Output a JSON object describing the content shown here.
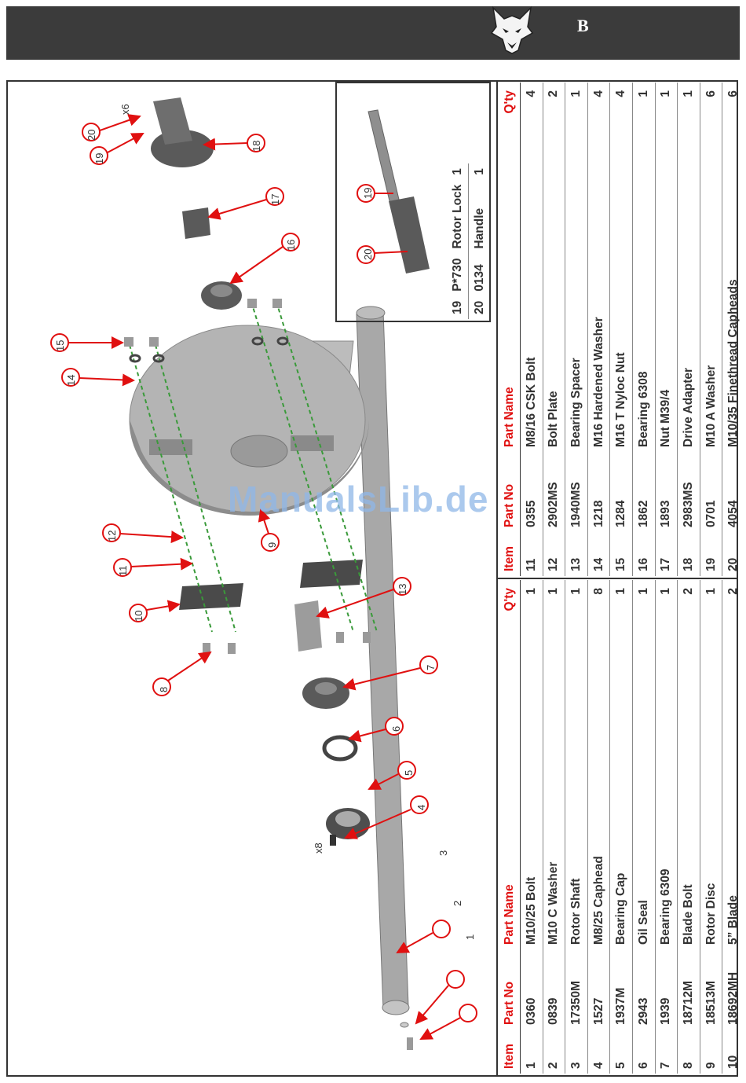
{
  "header": {
    "brand_letter": "B",
    "logo_icon": "wolf-head-logo"
  },
  "watermark": "ManualsLib.de",
  "diagram": {
    "callouts": [
      "1",
      "2",
      "3",
      "4",
      "5",
      "6",
      "7",
      "8",
      "9",
      "10",
      "11",
      "12",
      "13",
      "14",
      "15",
      "16",
      "17",
      "18",
      "19",
      "20"
    ],
    "qty_marks": {
      "x8": "x8",
      "x6": "x6"
    }
  },
  "inset": {
    "rows": [
      {
        "item": "19",
        "part_no": "P*730",
        "name": "Rotor Lock",
        "qty": "1"
      },
      {
        "item": "20",
        "part_no": "0134",
        "name": "Handle",
        "qty": "1"
      }
    ],
    "callouts": [
      "19",
      "20"
    ]
  },
  "table_columns": {
    "item": "Item",
    "part_no": "Part No",
    "name": "Part Name",
    "qty": "Q'ty"
  },
  "table_left": [
    {
      "item": "1",
      "part_no": "0360",
      "name": "M10/25 Bolt",
      "qty": "1"
    },
    {
      "item": "2",
      "part_no": "0839",
      "name": "M10 C Washer",
      "qty": "1"
    },
    {
      "item": "3",
      "part_no": "17350M",
      "name": "Rotor Shaft",
      "qty": "1"
    },
    {
      "item": "4",
      "part_no": "1527",
      "name": "M8/25 Caphead",
      "qty": "8"
    },
    {
      "item": "5",
      "part_no": "1937M",
      "name": "Bearing Cap",
      "qty": "1"
    },
    {
      "item": "6",
      "part_no": "2943",
      "name": "Oil Seal",
      "qty": "1"
    },
    {
      "item": "7",
      "part_no": "1939",
      "name": "Bearing 6309",
      "qty": "1"
    },
    {
      "item": "8",
      "part_no": "18712M",
      "name": "Blade Bolt",
      "qty": "2"
    },
    {
      "item": "9",
      "part_no": "18513M",
      "name": "Rotor Disc",
      "qty": "1"
    },
    {
      "item": "10",
      "part_no": "18692MH",
      "name": "5” Blade",
      "qty": "2"
    }
  ],
  "table_right": [
    {
      "item": "11",
      "part_no": "0355",
      "name": "M8/16 CSK Bolt",
      "qty": "4"
    },
    {
      "item": "12",
      "part_no": "2902MS",
      "name": "Bolt Plate",
      "qty": "2"
    },
    {
      "item": "13",
      "part_no": "1940MS",
      "name": "Bearing Spacer",
      "qty": "1"
    },
    {
      "item": "14",
      "part_no": "1218",
      "name": "M16 Hardened Washer",
      "qty": "4"
    },
    {
      "item": "15",
      "part_no": "1284",
      "name": "M16 T Nyloc Nut",
      "qty": "4"
    },
    {
      "item": "16",
      "part_no": "1862",
      "name": "Bearing 6308",
      "qty": "1"
    },
    {
      "item": "17",
      "part_no": "1893",
      "name": "Nut M39/4",
      "qty": "1"
    },
    {
      "item": "18",
      "part_no": "2983MS",
      "name": "Drive Adapter",
      "qty": "1"
    },
    {
      "item": "19",
      "part_no": "0701",
      "name": "M10 A Washer",
      "qty": "6"
    },
    {
      "item": "20",
      "part_no": "4054",
      "name": "M10/35 Finethread Capheads",
      "qty": "6"
    }
  ],
  "colors": {
    "header_bg": "#3b3b3b",
    "accent_red": "#e01010",
    "part_gray": "#9a9a9a"
  }
}
